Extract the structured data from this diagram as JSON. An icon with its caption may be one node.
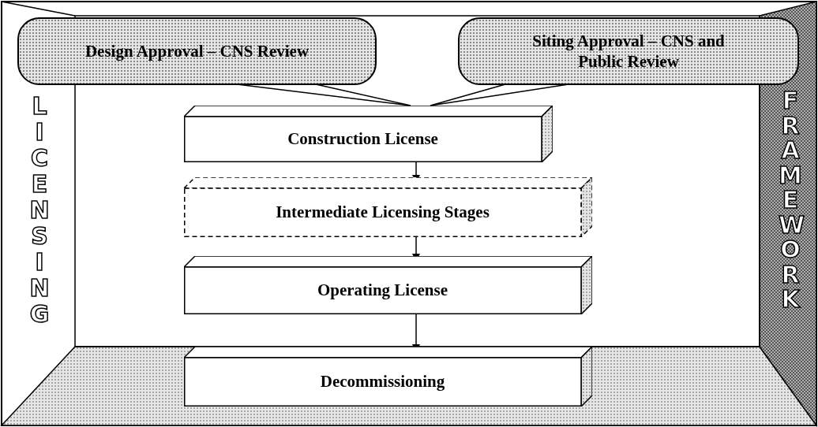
{
  "diagram": {
    "nodes": [
      {
        "text": [
          "Design Approval – CNS Review"
        ]
      },
      {
        "text": [
          "Siting Approval – CNS and Public Review"
        ]
      },
      {
        "text": [
          "Construction License"
        ]
      },
      {
        "text": [
          "Intermediate Licensing Stages"
        ]
      },
      {
        "text": [
          "Operating License"
        ]
      },
      {
        "text": [
          "Decommissioning"
        ]
      }
    ],
    "edges": [
      {
        "from": 0,
        "to": 2,
        "arrow": "none"
      },
      {
        "from": 1,
        "to": 2,
        "arrow": "none"
      },
      {
        "from": 2,
        "to": 3,
        "arrow": "to"
      },
      {
        "from": 3,
        "to": 4,
        "arrow": "to"
      },
      {
        "from": 4,
        "to": 5,
        "arrow": "to"
      }
    ],
    "labels": [
      "LICENSING",
      "FRAMEWORK"
    ]
  }
}
